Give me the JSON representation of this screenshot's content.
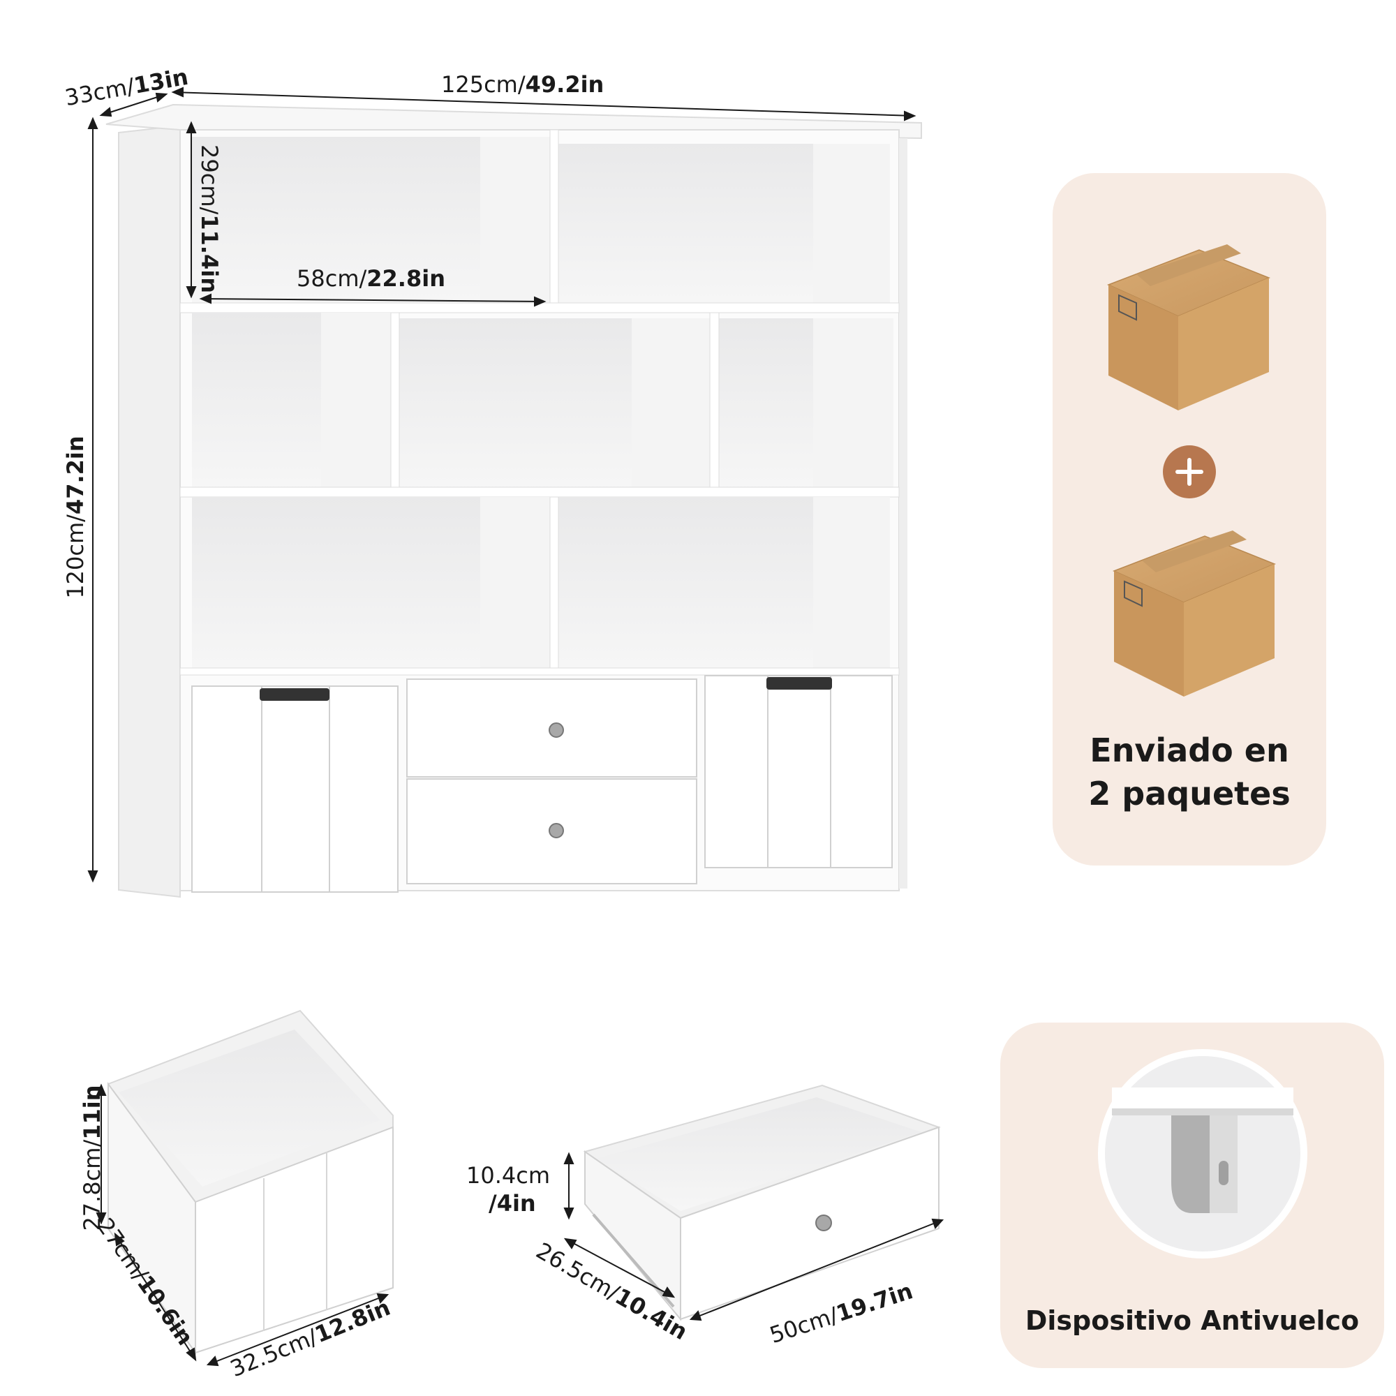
{
  "bookcase": {
    "depth": {
      "cm": "33cm/",
      "in": "13in"
    },
    "width": {
      "cm": "125cm/",
      "in": "49.2in"
    },
    "height": {
      "cm": "120cm/",
      "in": "47.2in"
    },
    "cube_height": {
      "cm": "29cm/",
      "in": "11.4in"
    },
    "cube_width": {
      "cm": "58cm/",
      "in": "22.8in"
    }
  },
  "shipping_card": {
    "line1": "Enviado en",
    "line2": "2 paquetes",
    "box_icon": "cardboard-box-icon",
    "plus_icon": "plus-icon",
    "accent": "#b7774f",
    "background": "#f7ebe3"
  },
  "bin": {
    "height": {
      "cm": "27.8cm/",
      "in": "11in"
    },
    "depth": {
      "cm": "27cm/",
      "in": "10.6in"
    },
    "width": {
      "cm": "32.5cm/",
      "in": "12.8in"
    }
  },
  "drawer": {
    "height": {
      "cm": "10.4cm",
      "in": "/4in"
    },
    "depth": {
      "cm": "26.5cm/",
      "in": "10.4in"
    },
    "width": {
      "cm": "50cm/",
      "in": "19.7in"
    }
  },
  "anti_tip_card": {
    "label": "Dispositivo Antivuelco"
  }
}
